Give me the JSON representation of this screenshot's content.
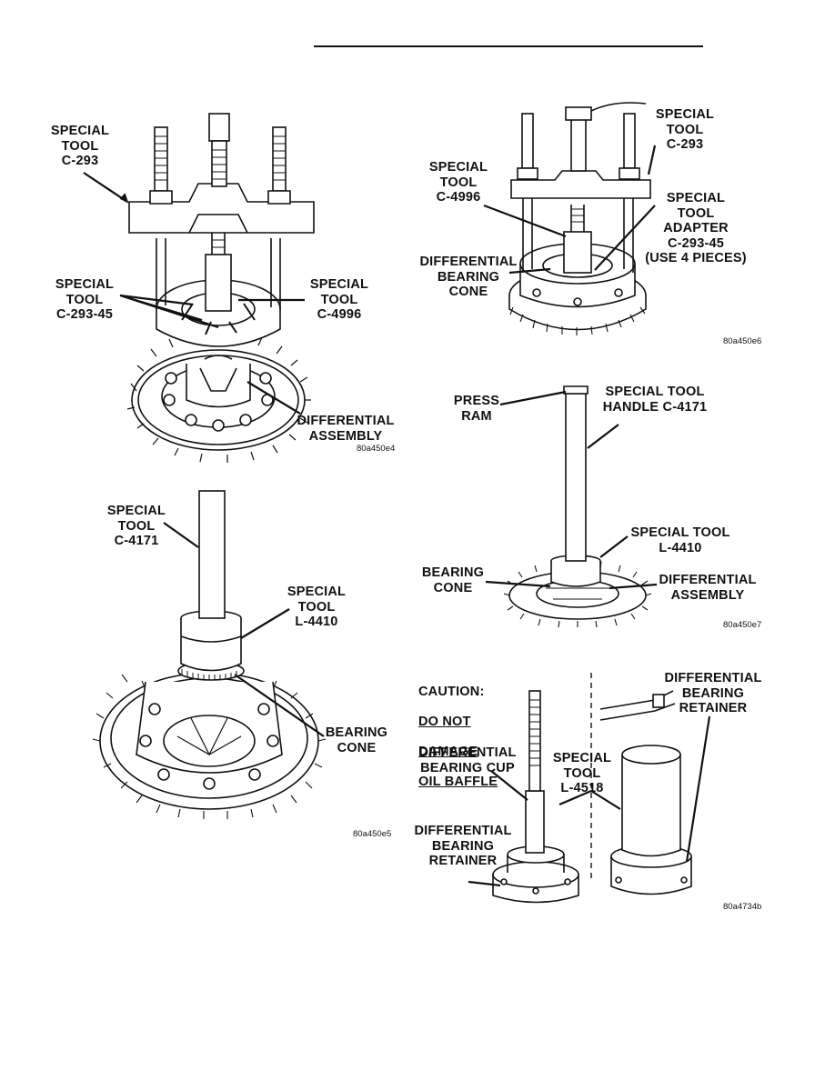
{
  "figures": [
    {
      "id": "fig1",
      "code": "80a450e4",
      "labels": {
        "special_tool_c293": "SPECIAL\nTOOL\nC-293",
        "special_tool_c293_45": "SPECIAL\nTOOL\nC-293-45",
        "special_tool_c4996": "SPECIAL\nTOOL\nC-4996",
        "differential_assembly": "DIFFERENTIAL\nASSEMBLY"
      }
    },
    {
      "id": "fig2",
      "code": "80a450e6",
      "labels": {
        "special_tool_c293": "SPECIAL\nTOOL\nC-293",
        "special_tool_c4996": "SPECIAL\nTOOL\nC-4996",
        "special_tool_adapter": "SPECIAL\nTOOL\nADAPTER\nC-293-45\n(USE 4 PIECES)",
        "differential_bearing_cone": "DIFFERENTIAL\nBEARING\nCONE"
      }
    },
    {
      "id": "fig3",
      "code": "80a450e7",
      "labels": {
        "press_ram": "PRESS\nRAM",
        "special_tool_handle": "SPECIAL TOOL\nHANDLE C-4171",
        "special_tool_l4410": "SPECIAL TOOL\nL-4410",
        "bearing_cone": "BEARING\nCONE",
        "differential_assembly": "DIFFERENTIAL\nASSEMBLY"
      }
    },
    {
      "id": "fig4",
      "code": "80a450e5",
      "labels": {
        "special_tool_c4171": "SPECIAL\nTOOL\nC-4171",
        "special_tool_l4410": "SPECIAL\nTOOL\nL-4410",
        "bearing_cone": "BEARING\nCONE"
      }
    },
    {
      "id": "fig5",
      "code": "80a4734b",
      "labels": {
        "caution_title": "CAUTION:",
        "caution_line1": "DO NOT",
        "caution_line2": "DAMAGE",
        "caution_line3": "OIL BAFFLE",
        "differential_bearing_cup": "DIFFERENTIAL\nBEARING CUP",
        "special_tool_l4518": "SPECIAL\nTOOL\nL-4518",
        "differential_bearing_retainer_left": "DIFFERENTIAL\nBEARING\nRETAINER",
        "differential_bearing_retainer_right": "DIFFERENTIAL\nBEARING\nRETAINER"
      }
    }
  ]
}
